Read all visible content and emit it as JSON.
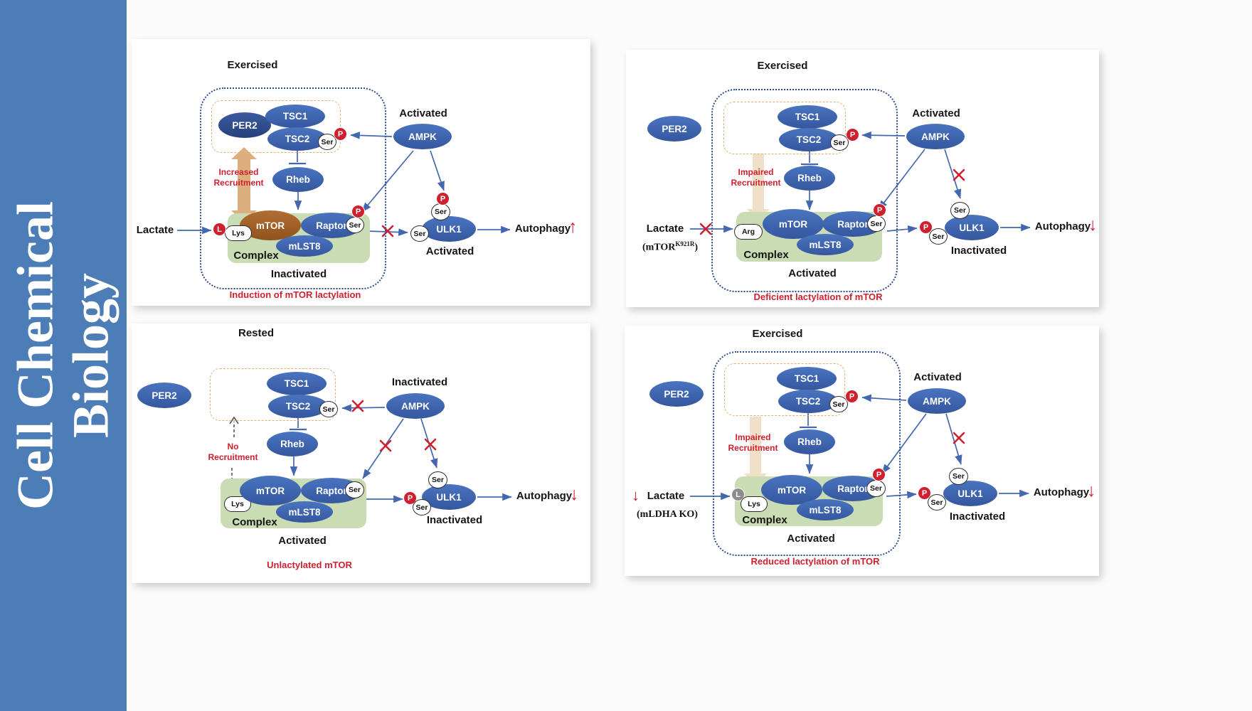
{
  "sidebar": {
    "title_line1": "Cell Chemical",
    "title_line2": "Biology"
  },
  "common": {
    "per2": "PER2",
    "tsc1": "TSC1",
    "tsc2": "TSC2",
    "ampk": "AMPK",
    "rheb": "Rheb",
    "mtor": "mTOR",
    "raptor": "Raptor",
    "mlst8": "mLST8",
    "ulk1": "ULK1",
    "ser": "Ser",
    "p": "P",
    "l": "L",
    "lys": "Lys",
    "arg": "Arg",
    "lactate": "Lactate",
    "complex": "Complex",
    "autophagy": "Autophagy"
  },
  "colors": {
    "accent_blue": "#4468b0",
    "red": "#cf2030",
    "green_box": "#c9dcb3",
    "sidebar_blue": "#4d7db6"
  },
  "panels": {
    "p1": {
      "title": "Exercised",
      "ampk_state": "Activated",
      "recruitment": "Increased Recruitment",
      "complex_state": "Inactivated",
      "ulk1_state": "Activated",
      "autophagy_dir": "↑",
      "caption": "Induction of mTOR lactylation"
    },
    "p2": {
      "title": "Exercised",
      "ampk_state": "Activated",
      "recruitment": "Impaired Recruitment",
      "complex_state": "Activated",
      "ulk1_state": "Inactivated",
      "autophagy_dir": "↓",
      "caption": "Deficient lactylation of mTOR",
      "lactate_note_pre": "(mTOR",
      "lactate_note_sup": "K921R",
      "lactate_note_post": ")"
    },
    "p3": {
      "title": "Rested",
      "ampk_state": "Inactivated",
      "recruitment": "No Recruitment",
      "complex_state": "Activated",
      "ulk1_state": "Inactivated",
      "autophagy_dir": "↓",
      "caption": "Unlactylated mTOR"
    },
    "p4": {
      "title": "Exercised",
      "ampk_state": "Activated",
      "recruitment": "Impaired Recruitment",
      "complex_state": "Activated",
      "ulk1_state": "Inactivated",
      "autophagy_dir": "↓",
      "caption": "Reduced lactylation of mTOR",
      "lactate_note": "(mLDHA KO)",
      "lactate_dir": "↓"
    }
  }
}
